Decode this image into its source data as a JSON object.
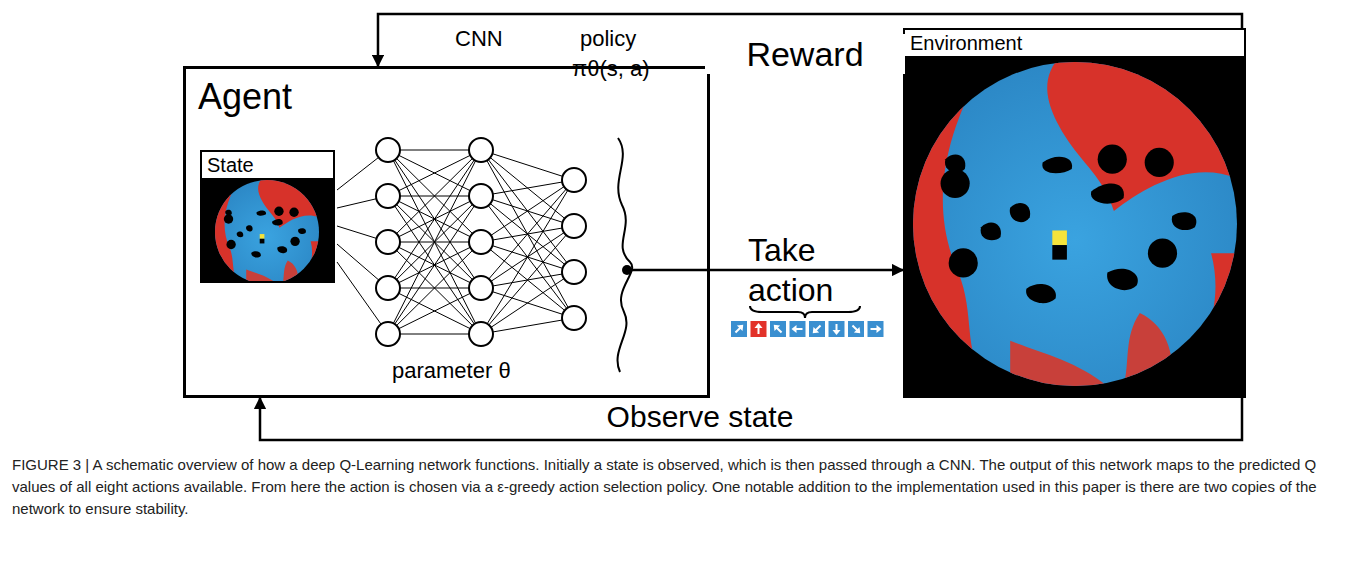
{
  "diagram": {
    "caption": "FIGURE 3 | A schematic overview of how a deep Q-Learning network functions. Initially a state is observed, which is then passed through a CNN. The output of this network maps to the predicted Q values of all eight actions available. From here the action is chosen via a ε-greedy action selection policy. One notable addition to the implementation used in this paper is there are two copies of the network to ensure stability.",
    "nodes": [
      {
        "text": [
          "Agent"
        ]
      },
      {
        "text": [
          "State"
        ],
        "in": 0
      },
      {
        "text": [
          "Environment"
        ]
      }
    ],
    "edges": [
      {
        "from": 2,
        "to": 0,
        "label": "Reward",
        "arrow": "to"
      },
      {
        "from": 0,
        "to": 2,
        "label": "Take action",
        "arrow": "to"
      },
      {
        "from": 2,
        "to": 0,
        "label": "Observe state",
        "arrow": "to"
      }
    ],
    "labels": [
      "CNN",
      "policy",
      "πθ(s, a)",
      "parameter θ"
    ]
  }
}
